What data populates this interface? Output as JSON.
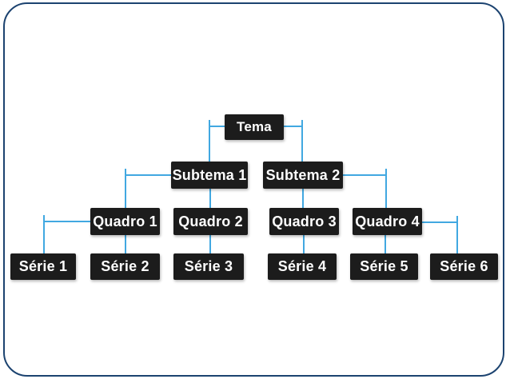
{
  "slide": {
    "background_color": "#ffffff"
  },
  "diagram": {
    "type": "hierarchy-tree",
    "colors": {
      "connector": "#41a8e1",
      "node-bg": "#1c1c1c",
      "node-text": "#ffffff",
      "frame-border": "#1c4370",
      "page-bg": "#ffffff"
    },
    "nodes": [
      {
        "label": "Tema",
        "level": 0,
        "parent": null
      },
      {
        "label": "Subtema 1",
        "level": 1,
        "parent": "Tema"
      },
      {
        "label": "Subtema 2",
        "level": 1,
        "parent": "Tema"
      },
      {
        "label": "Quadro 1",
        "level": 2,
        "parent": "Subtema 1"
      },
      {
        "label": "Quadro 2",
        "level": 2,
        "parent": "Subtema 1"
      },
      {
        "label": "Quadro 3",
        "level": 2,
        "parent": "Subtema 2"
      },
      {
        "label": "Quadro 4",
        "level": 2,
        "parent": "Subtema 2"
      },
      {
        "label": "Série 1",
        "level": 3,
        "parent": "Quadro 1"
      },
      {
        "label": "Série 2",
        "level": 3,
        "parent": "Quadro 1"
      },
      {
        "label": "Série 3",
        "level": 3,
        "parent": "Quadro 2"
      },
      {
        "label": "Série 4",
        "level": 3,
        "parent": "Quadro 3"
      },
      {
        "label": "Série 5",
        "level": 3,
        "parent": "Quadro 4"
      },
      {
        "label": "Série 6",
        "level": 3,
        "parent": "Quadro 4"
      }
    ]
  }
}
